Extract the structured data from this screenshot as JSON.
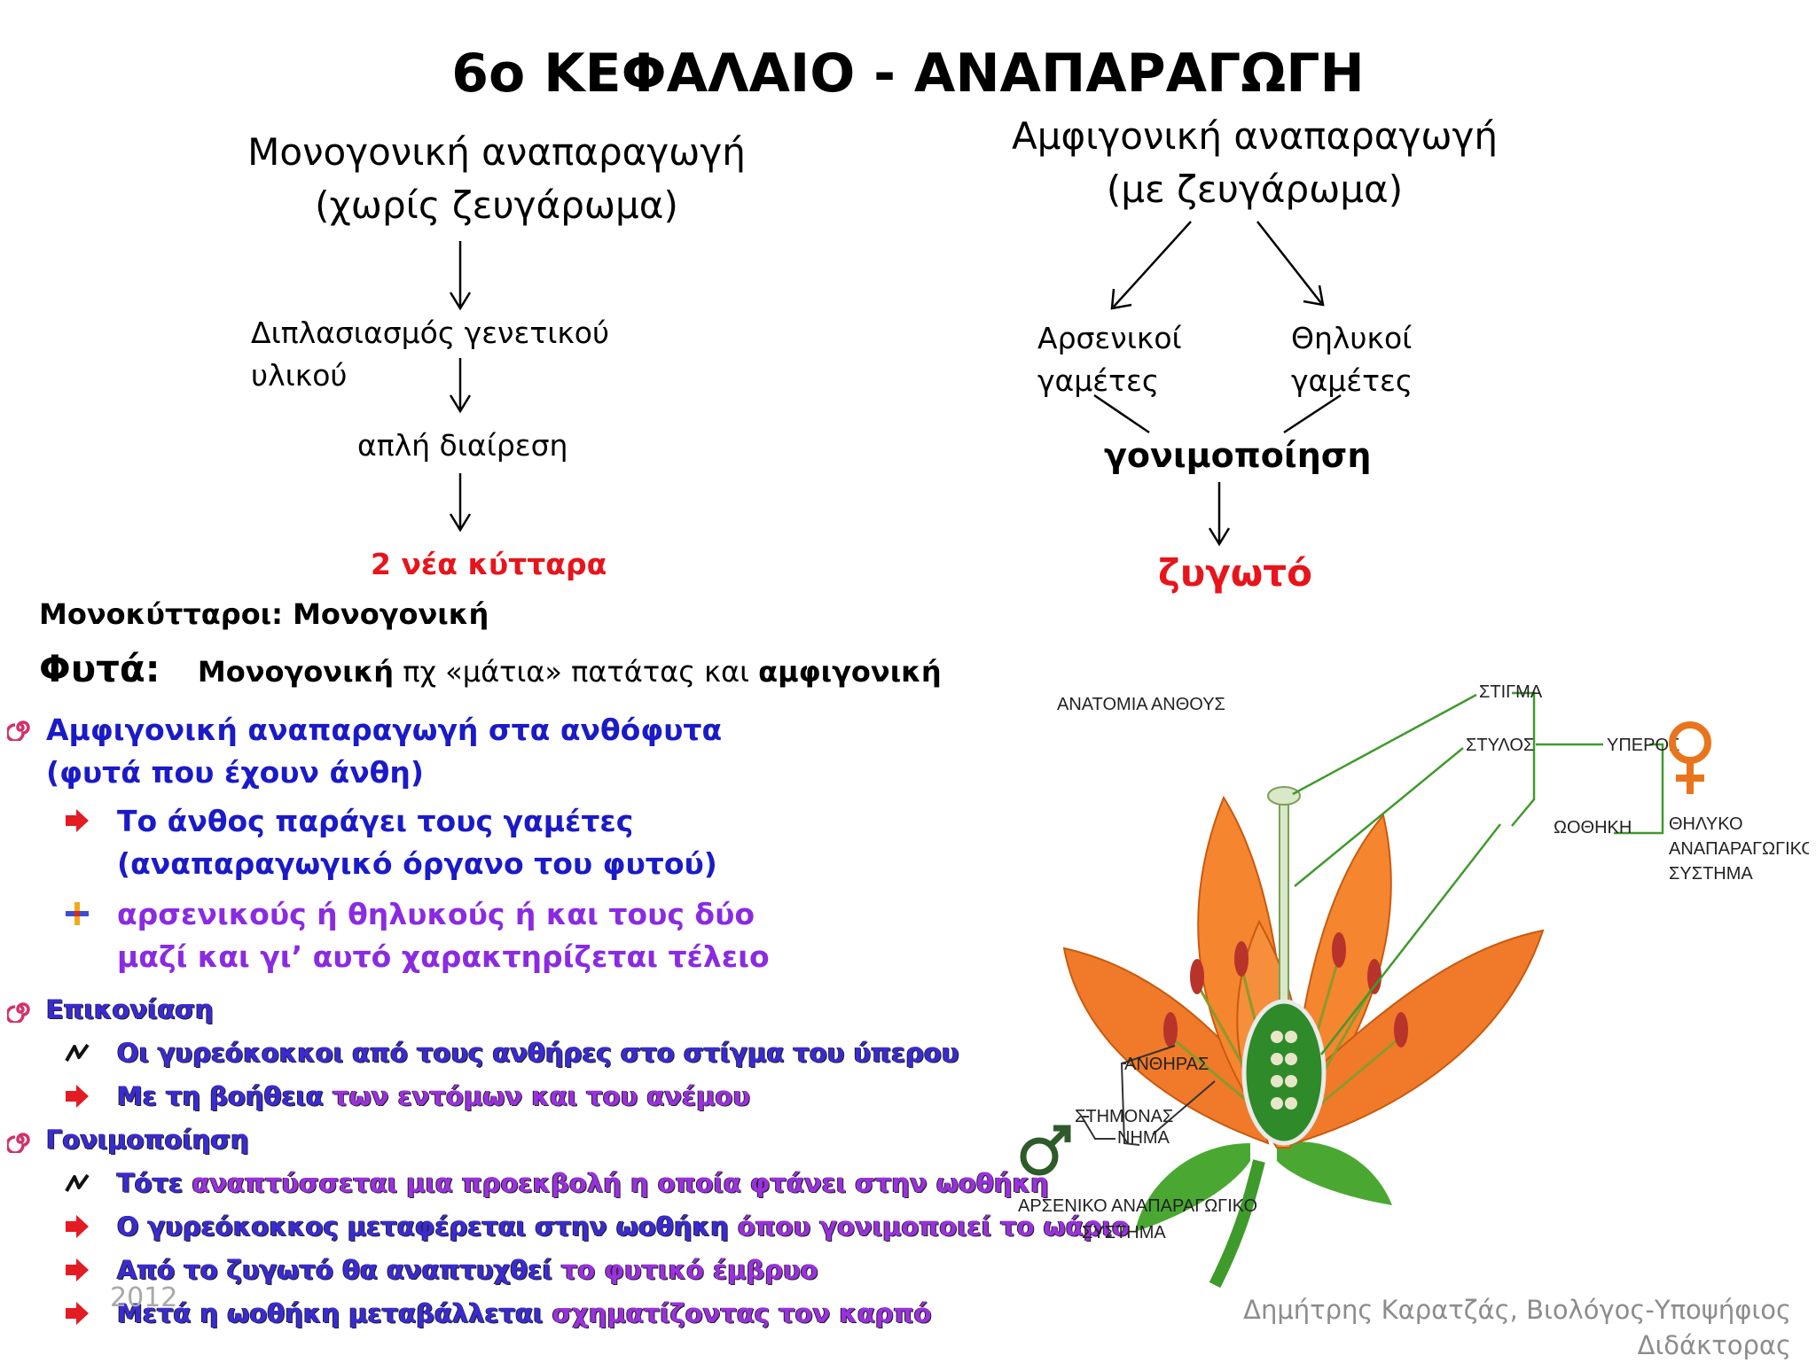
{
  "title": "6ο ΚΕΦΑΛΑΙΟ - ΑΝΑΠΑΡΑΓΩΓΗ",
  "left_branch": {
    "header_line1": "Μονογονική αναπαραγωγή",
    "header_line2": "(χωρίς ζευγάρωμα)",
    "step1_line1": "Διπλασιασμός γενετικού",
    "step1_line2": "υλικού",
    "step2": "απλή διαίρεση",
    "result": "2 νέα κύτταρα"
  },
  "right_branch": {
    "header_line1": "Αμφιγονική αναπαραγωγή",
    "header_line2": "(με ζευγάρωμα)",
    "male_line1": "Αρσενικοί",
    "male_line2": "γαμέτες",
    "female_line1": "Θηλυκοί",
    "female_line2": "γαμέτες",
    "fertilization": "γονιμοποίηση",
    "result": "ζυγωτό"
  },
  "unicellular": "Μονοκύτταροι: Μονογονική",
  "plants": {
    "label": "Φυτά:",
    "mono": "Μονογονική",
    "middle": "πχ «μάτια» πατάτας και",
    "amphi": "αμφιγονική"
  },
  "bullets": {
    "b1_line1": "Αμφιγονική αναπαραγωγή στα ανθόφυτα",
    "b1_line2": "(φυτά που έχουν άνθη)",
    "b1a_line1": "Το άνθος παράγει τους γαμέτες",
    "b1a_line2": "(αναπαραγωγικό όργανο του φυτού)",
    "b1b_line1": "αρσενικούς  ή  θηλυκούς ή και τους δύο",
    "b1b_line2": "μαζί και γι’ αυτό χαρακτηρίζεται τέλειο",
    "b2": "Επικονίαση",
    "b2a": "Οι γυρεόκοκκοι από τους ανθήρες στο στίγμα του ύπερου",
    "b2b_part1": "Με τη βοήθεια",
    "b2b_part2": " των εντόμων και του ανέμου",
    "b3": "Γονιμοποίηση",
    "b3a_part1": "Τότε",
    "b3a_part2": " αναπτύσσεται μια προεκβολή η οποία φτάνει στην ωοθήκη",
    "b3b_part1": "Ο γυρεόκοκκος μεταφέρεται στην ωοθήκη",
    "b3b_part2": " όπου γονιμοποιεί το ωάριο",
    "b3c_part1": "Από το ζυγωτό θα αναπτυχθεί",
    "b3c_part2": "   το φυτικό έμβρυο",
    "b3d_part1": "Μετά η ωοθήκη μεταβάλλεται",
    "b3d_part2": " σχηματίζοντας  τον καρπό"
  },
  "flower": {
    "title": "ΑΝΑΤΟΜΙΑ ΑΝΘΟΥΣ",
    "stigma": "ΣΤΙΓΜΑ",
    "style": "ΣΤΥΛΟΣ",
    "pistil": "ΥΠΕΡΟΣ",
    "ovary": "ΩΟΘΗΚΗ",
    "female_line1": "ΘΗΛΥΚΟ",
    "female_line2": "ΑΝΑΠΑΡΑΓΩΓΙΚΟ",
    "female_line3": "ΣΥΣΤΗΜΑ",
    "anther": "ΑΝΘΗΡΑΣ",
    "stamen": "ΣΤΗΜΟΝΑΣ",
    "filament": "ΝΗΜΑ",
    "male_line1": "ΑΡΣΕΝΙΚΟ ΑΝΑΠΑΡΑΓΩΓΙΚΟ",
    "male_line2": "ΣΥΣΤΗΜΑ",
    "petal_color": "#f07a2a",
    "stem_color": "#3f9a2c"
  },
  "footer": {
    "year": "2012",
    "author": "Δημήτρης Καρατζάς, Βιολόγος-Υποψήφιος Διδάκτορας"
  }
}
